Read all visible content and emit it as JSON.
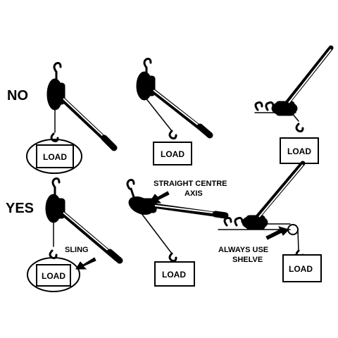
{
  "labels": {
    "no": "NO",
    "yes": "YES",
    "load": "LOAD",
    "sling": "SLING",
    "straight_centre_axis_line1": "STRAIGHT CENTRE",
    "straight_centre_axis_line2": "AXIS",
    "always_use_shelve_line1": "ALWAYS USE",
    "always_use_shelve_line2": "SHELVE"
  },
  "colors": {
    "ink": "#000000",
    "background": "#ffffff"
  },
  "icons": [
    "lever-hoist-icon",
    "hook-icon",
    "arrow-icon"
  ]
}
